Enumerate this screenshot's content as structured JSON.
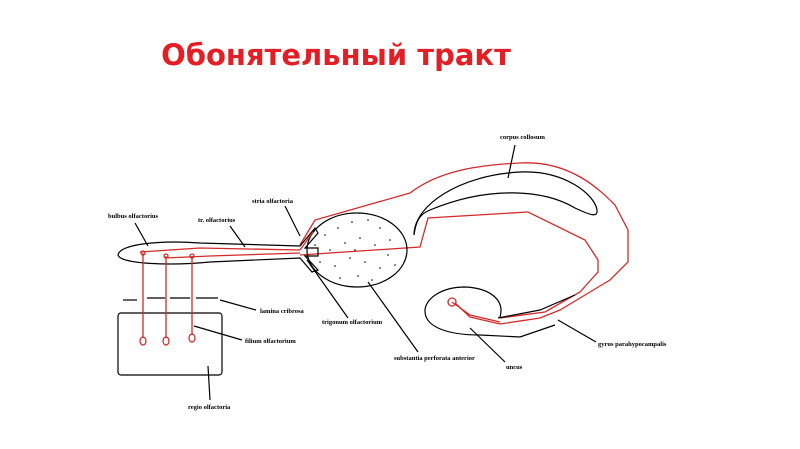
{
  "slide": {
    "title": "Обонятельный тракт"
  },
  "diagram": {
    "labels": {
      "corpus_callosum": "corpus collosum",
      "bulbus": "bulbus olfactorius",
      "tractus": "tr. olfactorius",
      "stria": "stria olfactoria",
      "lamina": "lamina cribrosa",
      "filium": "filium olfactorium",
      "regio": "regio olfactoria",
      "trigonum": "trigonum olfactorium",
      "substantia": "substantia perforata anterior",
      "uncus": "uncus",
      "gyrus": "gyrus parahypocampalis"
    },
    "colors": {
      "title": "#e31e24",
      "pathway": "#d42a2a",
      "outline": "#000000"
    }
  }
}
